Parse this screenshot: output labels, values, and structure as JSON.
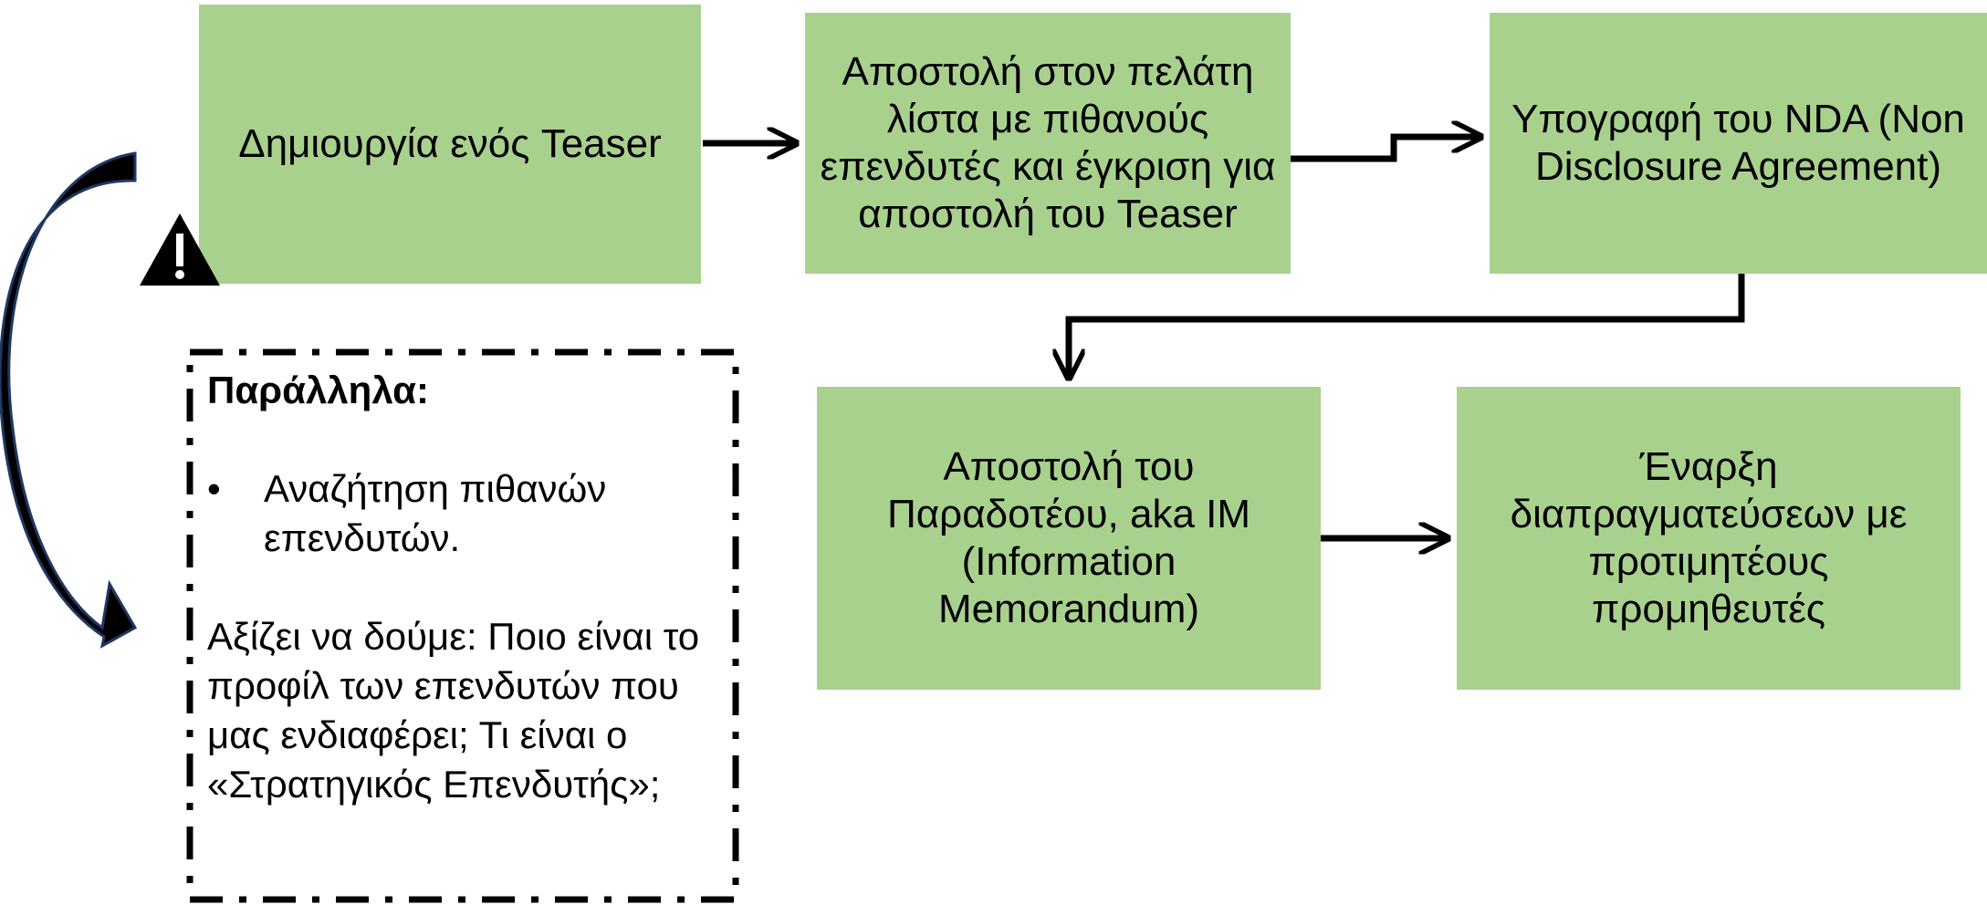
{
  "steps": {
    "teaser": "Δημιουργία ενός Teaser",
    "send_list": "Αποστολή στον πελάτη λίστα με πιθανούς επενδυτές και έγκριση για αποστολή του Teaser",
    "nda": "Υπογραφή του NDA (Non Disclosure Agreement)",
    "im": "Αποστολή του Παραδοτέου, aka IM (Information Memorandum)",
    "negotiation": "Έναρξη διαπραγματεύσεων με προτιμητέους προμηθευτές"
  },
  "parallel": {
    "heading": "Παράλληλα:",
    "bullet_symbol": "•",
    "bullet": "Αναζήτηση πιθανών επενδυτών.",
    "question": "Αξίζει να δούμε: Ποιο είναι το προφίλ των επενδυτών που μας ενδιαφέρει; Τι είναι ο «Στρατηγικός Επενδυτής»;"
  },
  "colors": {
    "box_fill": "#a9d18e",
    "arrow": "#000000",
    "curved_arrow_outline": "#1f3864"
  },
  "icons": {
    "warning": "warning-icon",
    "curved_arrow": "curved-arrow-icon"
  }
}
